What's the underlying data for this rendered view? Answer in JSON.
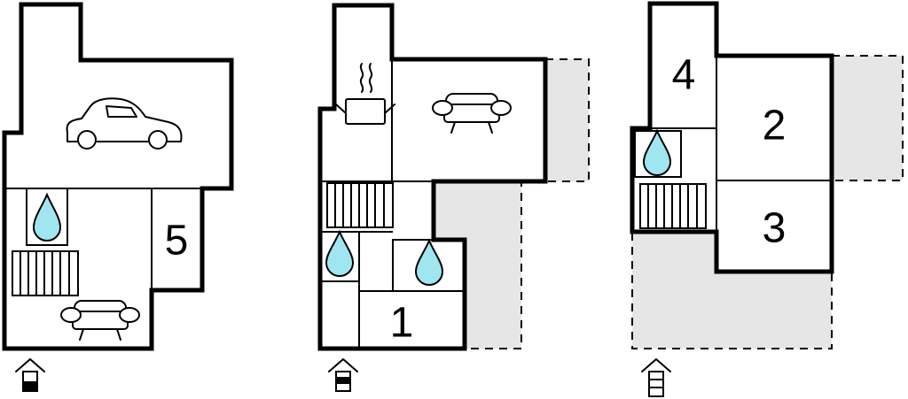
{
  "floors": [
    {
      "id": "ground",
      "room_numbers": [
        "5"
      ],
      "icons": [
        "car-icon",
        "bathroom-drop-icon",
        "stairs-icon",
        "sofa-icon"
      ],
      "level_marker": "level-ground-icon"
    },
    {
      "id": "first",
      "room_numbers": [
        "1"
      ],
      "icons": [
        "kitchen-pot-icon",
        "sofa-icon",
        "stairs-icon",
        "bathroom-drop-icon",
        "bathroom-drop-icon"
      ],
      "level_marker": "level-first-icon"
    },
    {
      "id": "second",
      "room_numbers": [
        "4",
        "2",
        "3"
      ],
      "icons": [
        "bathroom-drop-icon",
        "stairs-icon"
      ],
      "level_marker": "level-second-icon"
    }
  ],
  "colors": {
    "walls": "#000000",
    "terrace": "#e6e6e6",
    "water_drop": "#9fe6f0"
  }
}
